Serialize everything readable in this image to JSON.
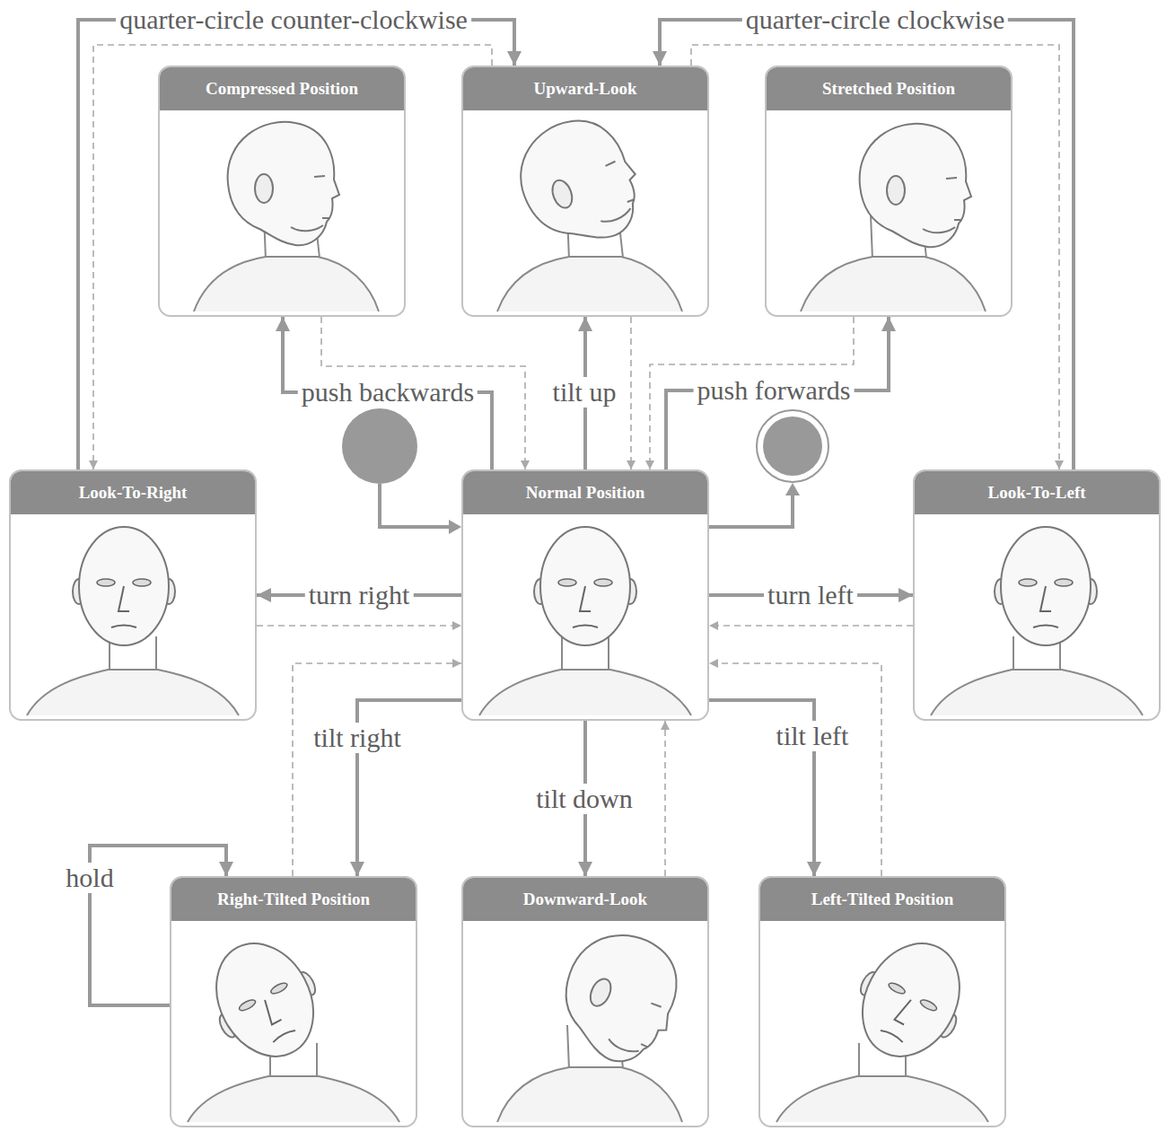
{
  "diagram": {
    "nodes": [
      {
        "text": [
          "Compressed Position"
        ]
      },
      {
        "text": [
          "Upward-Look"
        ]
      },
      {
        "text": [
          "Stretched Position"
        ]
      },
      {
        "text": [
          "Look-To-Right"
        ]
      },
      {
        "text": [
          "Normal Position"
        ]
      },
      {
        "text": [
          "Look-To-Left"
        ]
      },
      {
        "text": [
          "Right-Tilted Position"
        ]
      },
      {
        "text": [
          "Downward-Look"
        ]
      },
      {
        "text": [
          "Left-Tilted Position"
        ]
      }
    ],
    "edges": [
      {
        "from": 4,
        "to": 0,
        "label": "push backwards",
        "arrow": "to"
      },
      {
        "from": 0,
        "to": 4,
        "arrow": "to"
      },
      {
        "from": 4,
        "to": 1,
        "label": "tilt up",
        "arrow": "to"
      },
      {
        "from": 1,
        "to": 4,
        "arrow": "to"
      },
      {
        "from": 4,
        "to": 2,
        "label": "push forwards",
        "arrow": "to"
      },
      {
        "from": 2,
        "to": 4,
        "arrow": "to"
      },
      {
        "from": 3,
        "to": 1,
        "label": "quarter-circle counter-clockwise",
        "arrow": "to"
      },
      {
        "from": 1,
        "to": 3,
        "arrow": "to"
      },
      {
        "from": 5,
        "to": 1,
        "label": "quarter-circle clockwise",
        "arrow": "to"
      },
      {
        "from": 1,
        "to": 5,
        "arrow": "to"
      },
      {
        "from": 4,
        "to": 3,
        "label": "turn right",
        "arrow": "to"
      },
      {
        "from": 3,
        "to": 4,
        "arrow": "to"
      },
      {
        "from": 4,
        "to": 5,
        "label": "turn left",
        "arrow": "to"
      },
      {
        "from": 5,
        "to": 4,
        "arrow": "to"
      },
      {
        "from": 4,
        "to": 6,
        "label": "tilt right",
        "arrow": "to"
      },
      {
        "from": 6,
        "to": 4,
        "arrow": "to"
      },
      {
        "from": 4,
        "to": 7,
        "label": "tilt down",
        "arrow": "to"
      },
      {
        "from": 7,
        "to": 4,
        "arrow": "to"
      },
      {
        "from": 4,
        "to": 8,
        "label": "tilt left",
        "arrow": "to"
      },
      {
        "from": 8,
        "to": 4,
        "arrow": "to"
      },
      {
        "from": 6,
        "to": 6,
        "label": "hold",
        "arrow": "to"
      }
    ]
  }
}
